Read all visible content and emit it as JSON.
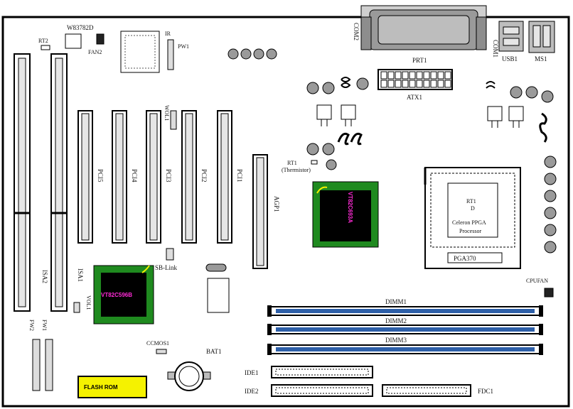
{
  "labels": {
    "w83782d": "W83782D",
    "rt2": "RT2",
    "fan2": "FAN2",
    "ir": "IR",
    "pw1": "PW1",
    "com2": "COM2",
    "prt1": "PRT1",
    "com1": "COM1",
    "usb1": "USB1",
    "ms1": "MS1",
    "atx1": "ATX1",
    "pci1": "PCI1",
    "pci2": "PCI2",
    "pci3": "PCI3",
    "pci4": "PCI4",
    "pci5": "PCI5",
    "wol1": "WOL1",
    "agp1": "AGP1",
    "rt1": "RT1",
    "thermistor": "(Thermistor)",
    "isa1": "ISA1",
    "isa2": "ISA2",
    "sb_link": "SB-Link",
    "vol1": "VOL1",
    "rt1_cpu": "RT1",
    "rt1_cpu_sub": "D",
    "celeron_1": "Celeron PPGA",
    "celeron_2": "Processor",
    "pga370": "PGA370",
    "cpufan": "CPUFAN",
    "dimm1": "DIMM1",
    "dimm2": "DIMM2",
    "dimm3": "DIMM3",
    "ccmos1": "CCMOS1",
    "bat1": "BAT1",
    "ide1": "IDE1",
    "ide2": "IDE2",
    "fdc1": "FDC1",
    "flashrom": "FLASH ROM",
    "fw1": "FW1",
    "fw2": "FW2",
    "north_chip": "VT82C693A",
    "south_chip": "VT82C596B",
    "ir_chip": "",
    "kb_label": ""
  },
  "colors": {
    "chip_green": "#1f8a1f",
    "chip_body": "#000000",
    "dimm_blue": "#2d5fa8",
    "flash_yellow": "#f5f200",
    "board_border": "#000000"
  }
}
